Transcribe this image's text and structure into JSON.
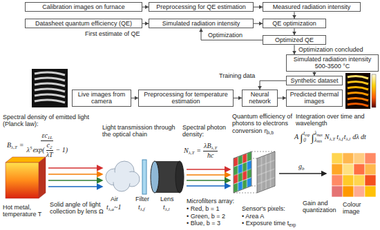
{
  "diagram": {
    "nodes": [
      {
        "text": [
          "Calibration images on furnace"
        ]
      },
      {
        "text": [
          "Preprocessing for QE estimation"
        ]
      },
      {
        "text": [
          "Measured radiation intensity"
        ]
      },
      {
        "text": [
          "Datasheet quantum efficiency (QE)"
        ]
      },
      {
        "text": [
          "Simulated radiation intensity"
        ]
      },
      {
        "text": [
          "QE optimization"
        ]
      },
      {
        "text": [
          "Optimized QE"
        ]
      },
      {
        "text": [
          "Simulated radiation intensity 500-3500 °C"
        ]
      },
      {
        "text": [
          "Synthetic dataset"
        ]
      },
      {
        "text": [
          "Live images from camera"
        ]
      },
      {
        "text": [
          "Preprocessing for temperature estimation"
        ]
      },
      {
        "text": [
          "Neural network"
        ]
      },
      {
        "text": [
          "Predicted thermal images"
        ]
      }
    ],
    "edges": [
      {
        "from": 0,
        "to": 1,
        "arrow": "to"
      },
      {
        "from": 1,
        "to": 2,
        "arrow": "to"
      },
      {
        "from": 3,
        "to": 4,
        "arrow": "to",
        "label": "First estimate of QE"
      },
      {
        "from": 4,
        "to": 5,
        "arrow": "to"
      },
      {
        "from": 2,
        "to": 5,
        "arrow": "to"
      },
      {
        "from": 5,
        "to": 6,
        "arrow": "to"
      },
      {
        "from": 6,
        "to": 4,
        "arrow": "to",
        "label": "Optimization"
      },
      {
        "from": 6,
        "to": 7,
        "arrow": "to",
        "label": "Optimization concluded"
      },
      {
        "from": 7,
        "to": 8,
        "arrow": "to"
      },
      {
        "from": 8,
        "to": 11,
        "arrow": "to",
        "label": "Training data"
      },
      {
        "from": 9,
        "to": 10,
        "arrow": "to"
      },
      {
        "from": 10,
        "to": 11,
        "arrow": "to"
      },
      {
        "from": 11,
        "to": 12,
        "arrow": "to"
      }
    ],
    "labels": [
      "Spectral density of emitted light (Planck law):",
      "B",
      "λ,T",
      "=",
      "εc",
      "1L",
      "λ",
      "5",
      "exp",
      "(",
      "c",
      "2",
      "λT",
      "− 1",
      ")",
      "Light transmission through the optical chain",
      "Spectral photon density:",
      "N",
      "λ,T",
      "=",
      "λB",
      "λ,T",
      "hc",
      "Quantum efficiency of photons to electrons conversion",
      "η",
      "λ,b",
      "Integration over time and wavelength",
      "A",
      "∫",
      "t",
      "exp",
      "0",
      "∫",
      "λ",
      "max",
      "λ",
      "min",
      "N",
      "λ,T",
      "t",
      "λ,f",
      "t",
      "λ,l",
      "dλ dt",
      "Hot metal, temperature T",
      "Solid angle of light collection by lens Ω",
      "Air",
      "t",
      "λ,a",
      "~1",
      "Filter",
      "t",
      "λ,f",
      "Lens",
      "t",
      "λ,l",
      "Microfilters array:",
      "• Red, b = 1",
      "• Green, b = 2",
      "• Blue, b = 3",
      "Sensor's pixels:",
      "• Area A",
      "• Exposure time t",
      "exp",
      "g",
      "b",
      "Gain and quantization",
      "Colour image"
    ]
  }
}
